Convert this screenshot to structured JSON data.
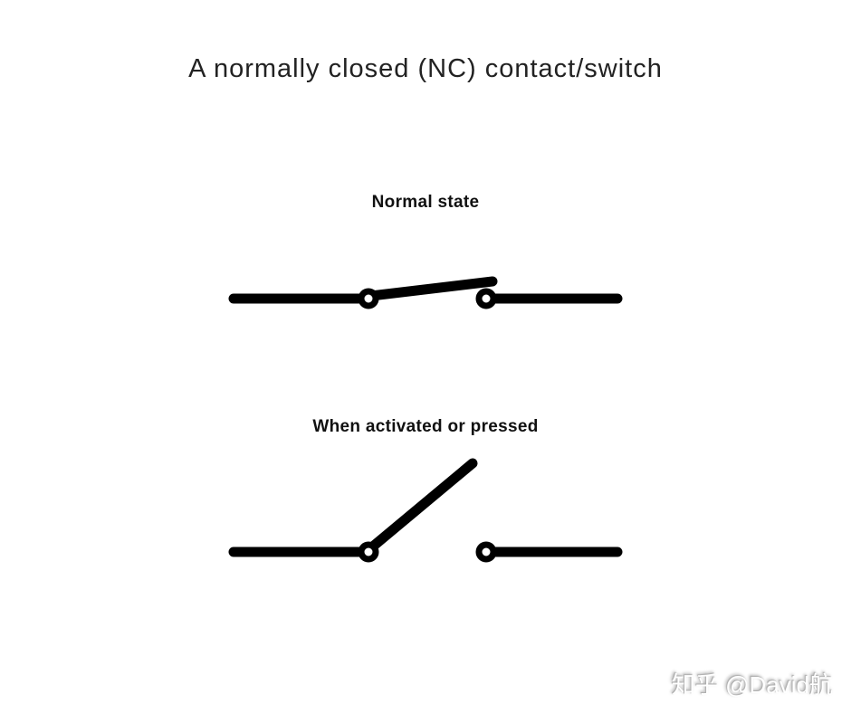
{
  "page": {
    "title": "A normally closed (NC) contact/switch",
    "background_color": "#ffffff",
    "title_color": "#222222"
  },
  "diagram": {
    "stroke_color": "#000000",
    "label_color": "#111111",
    "states": [
      {
        "label": "Normal state"
      },
      {
        "label": "When activated or pressed"
      }
    ]
  },
  "watermark": {
    "text": "知乎 @David航",
    "color": "#ffffff",
    "shadow_color": "#aaaaaa"
  }
}
